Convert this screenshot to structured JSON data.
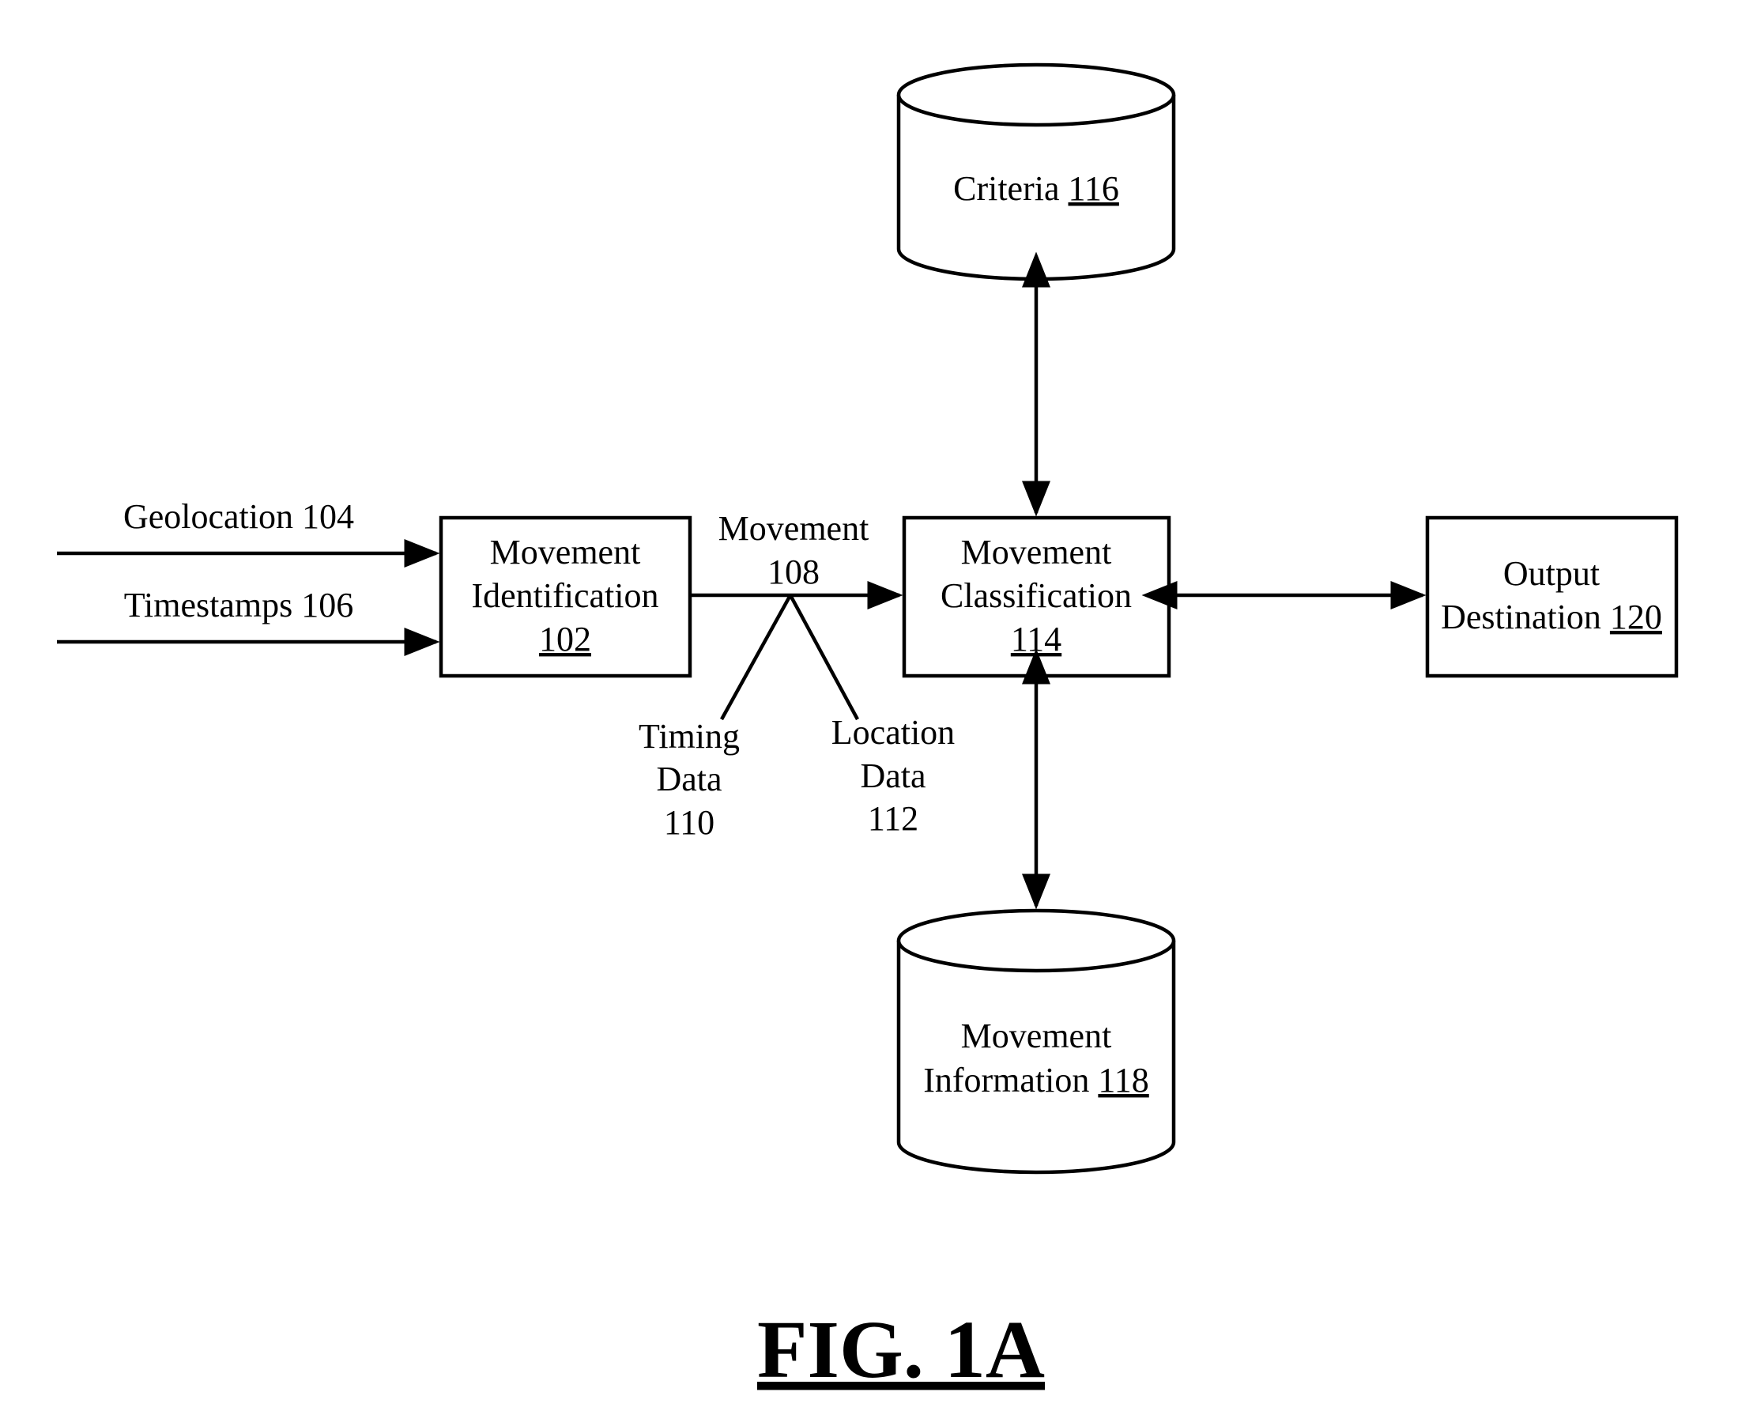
{
  "figure": {
    "label": "FIG. 1A"
  },
  "nodes": {
    "movement_identification": {
      "line1": "Movement",
      "line2": "Identification",
      "ref": "102"
    },
    "movement_classification": {
      "line1": "Movement",
      "line2": "Classification",
      "ref": "114"
    },
    "output_destination": {
      "line1": "Output",
      "line2": "Destination",
      "ref": "120"
    },
    "criteria": {
      "name": "Criteria",
      "ref": "116"
    },
    "movement_information": {
      "line1": "Movement",
      "line2": "Information",
      "ref": "118"
    }
  },
  "inputs": {
    "geolocation": "Geolocation 104",
    "timestamps": "Timestamps 106"
  },
  "edge_labels": {
    "movement": {
      "line1": "Movement",
      "line2": "108"
    },
    "timing": {
      "line1": "Timing",
      "line2": "Data",
      "line3": "110"
    },
    "location": {
      "line1": "Location",
      "line2": "Data",
      "line3": "112"
    }
  },
  "colors": {
    "ink": "#000000",
    "background": "#ffffff"
  }
}
